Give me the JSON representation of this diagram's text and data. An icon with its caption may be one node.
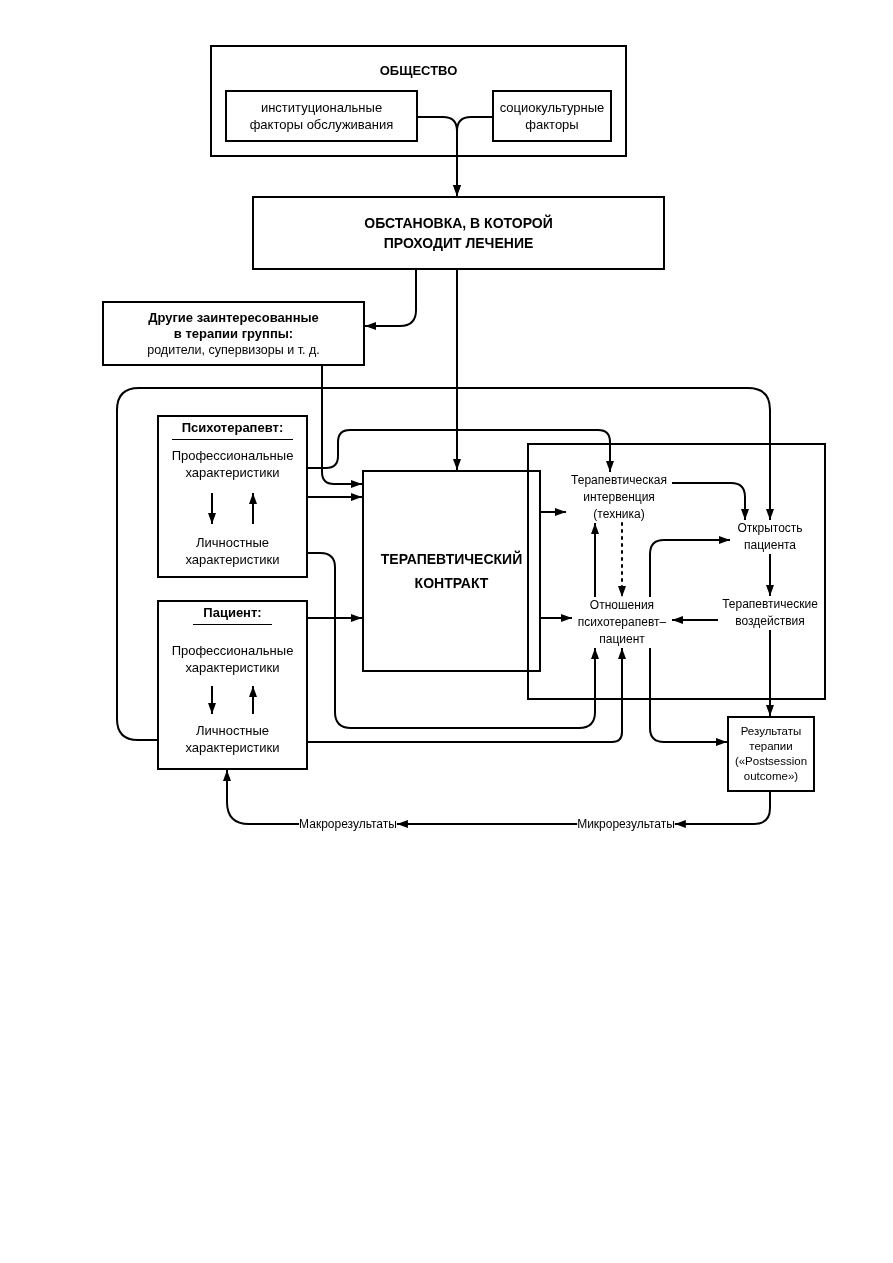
{
  "diagram": {
    "nodes": [
      {
        "text": [
          "ОБЩЕСТВО"
        ]
      },
      {
        "text": [
          "институциональные факторы обслуживания"
        ],
        "in": 0
      },
      {
        "text": [
          "социокультурные факторы"
        ],
        "in": 0
      },
      {
        "text": [
          "ОБСТАНОВКА, В КОТОРОЙ ПРОХОДИТ ЛЕЧЕНИЕ"
        ]
      },
      {
        "text": [
          "Другие заинтересованные в терапии группы:",
          "родители, супервизоры и т. д."
        ]
      },
      {
        "text": [
          "Психотерапевт:"
        ]
      },
      {
        "text": [
          "Профессиональные характеристики"
        ],
        "in": 5
      },
      {
        "text": [
          "Личностные характеристики"
        ],
        "in": 5
      },
      {
        "text": [
          "Пациент:"
        ]
      },
      {
        "text": [
          "Профессиональные характеристики"
        ],
        "in": 8
      },
      {
        "text": [
          "Личностные характеристики"
        ],
        "in": 8
      },
      {
        "text": [
          "ТЕРАПЕВТИЧЕСКИЙ КОНТРАКТ"
        ]
      },
      {
        "text": [],
        "shape": "box"
      },
      {
        "text": [
          "Терапевтическая интервенция (техника)"
        ],
        "in": 12
      },
      {
        "text": [
          "Отношения психотерапевт–пациент"
        ],
        "in": 12
      },
      {
        "text": [
          "Открытость пациента"
        ],
        "in": 12
      },
      {
        "text": [
          "Терапевтические воздействия"
        ],
        "in": 12
      },
      {
        "text": [
          "Результаты терапии («Postsession outcome»)"
        ]
      },
      {
        "text": [
          "Макрорезультаты"
        ]
      },
      {
        "text": [
          "Микрорезультаты"
        ]
      }
    ],
    "edges": [
      {
        "from": 1,
        "to": 3,
        "arrow": "to"
      },
      {
        "from": 2,
        "to": 3,
        "arrow": "to"
      },
      {
        "from": 3,
        "to": 4,
        "arrow": "to"
      },
      {
        "from": 3,
        "to": 11,
        "arrow": "to"
      },
      {
        "from": 4,
        "to": 11,
        "arrow": "to"
      },
      {
        "from": 6,
        "to": 13,
        "arrow": "to"
      },
      {
        "from": 5,
        "to": 11,
        "arrow": "to"
      },
      {
        "from": 6,
        "to": 7,
        "arrow": "to"
      },
      {
        "from": 7,
        "to": 6,
        "arrow": "to"
      },
      {
        "from": 7,
        "to": 14,
        "arrow": "to"
      },
      {
        "from": 8,
        "to": 11,
        "arrow": "to"
      },
      {
        "from": 9,
        "to": 10,
        "arrow": "to"
      },
      {
        "from": 10,
        "to": 9,
        "arrow": "to"
      },
      {
        "from": 10,
        "to": 14,
        "arrow": "to"
      },
      {
        "from": 10,
        "to": 15,
        "arrow": "to"
      },
      {
        "from": 11,
        "to": 13,
        "arrow": "to"
      },
      {
        "from": 11,
        "to": 14,
        "arrow": "to"
      },
      {
        "from": 14,
        "to": 13,
        "arrow": "to"
      },
      {
        "from": 13,
        "to": 14,
        "arrow": "to",
        "style": "dashed"
      },
      {
        "from": 13,
        "to": 15,
        "arrow": "to"
      },
      {
        "from": 14,
        "to": 15,
        "arrow": "to"
      },
      {
        "from": 15,
        "to": 16,
        "arrow": "to"
      },
      {
        "from": 16,
        "to": 14,
        "arrow": "to"
      },
      {
        "from": 16,
        "to": 17,
        "arrow": "to"
      },
      {
        "from": 14,
        "to": 17,
        "arrow": "to"
      },
      {
        "from": 17,
        "to": 19,
        "arrow": "to"
      },
      {
        "from": 19,
        "to": 18,
        "arrow": "to"
      },
      {
        "from": 18,
        "to": 8,
        "arrow": "to"
      }
    ]
  }
}
